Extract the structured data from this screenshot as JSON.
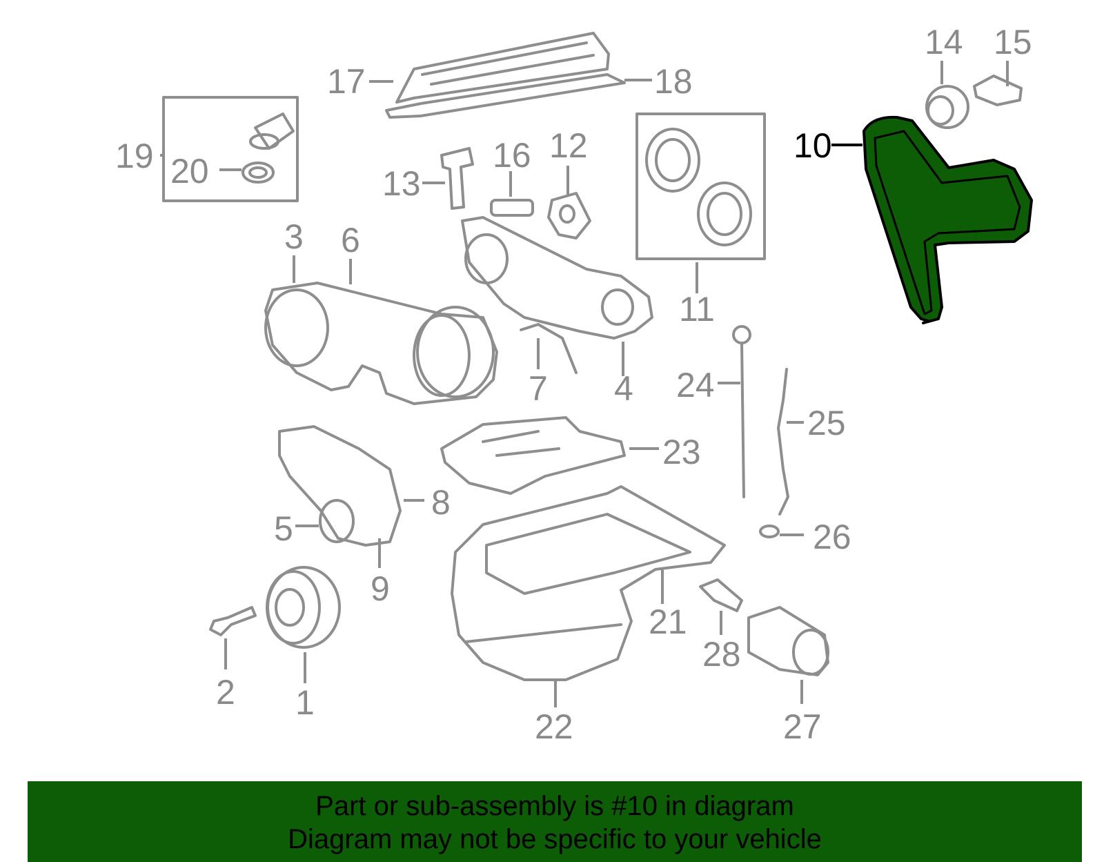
{
  "colors": {
    "highlight_fill": "#0d5c06",
    "part_stroke": "#8e8e8e",
    "callout_text": "#8a8a8a",
    "highlight_label": "#000000",
    "banner_background": "#0d5c06"
  },
  "highlighted_part": "10",
  "callouts": [
    "1",
    "2",
    "3",
    "4",
    "5",
    "6",
    "7",
    "8",
    "9",
    "10",
    "11",
    "12",
    "13",
    "14",
    "15",
    "16",
    "17",
    "18",
    "19",
    "20",
    "21",
    "22",
    "23",
    "24",
    "25",
    "26",
    "27",
    "28"
  ],
  "caption": {
    "line1": "Part or sub-assembly is #10 in diagram",
    "line2": "Diagram may not be specific to your vehicle"
  }
}
